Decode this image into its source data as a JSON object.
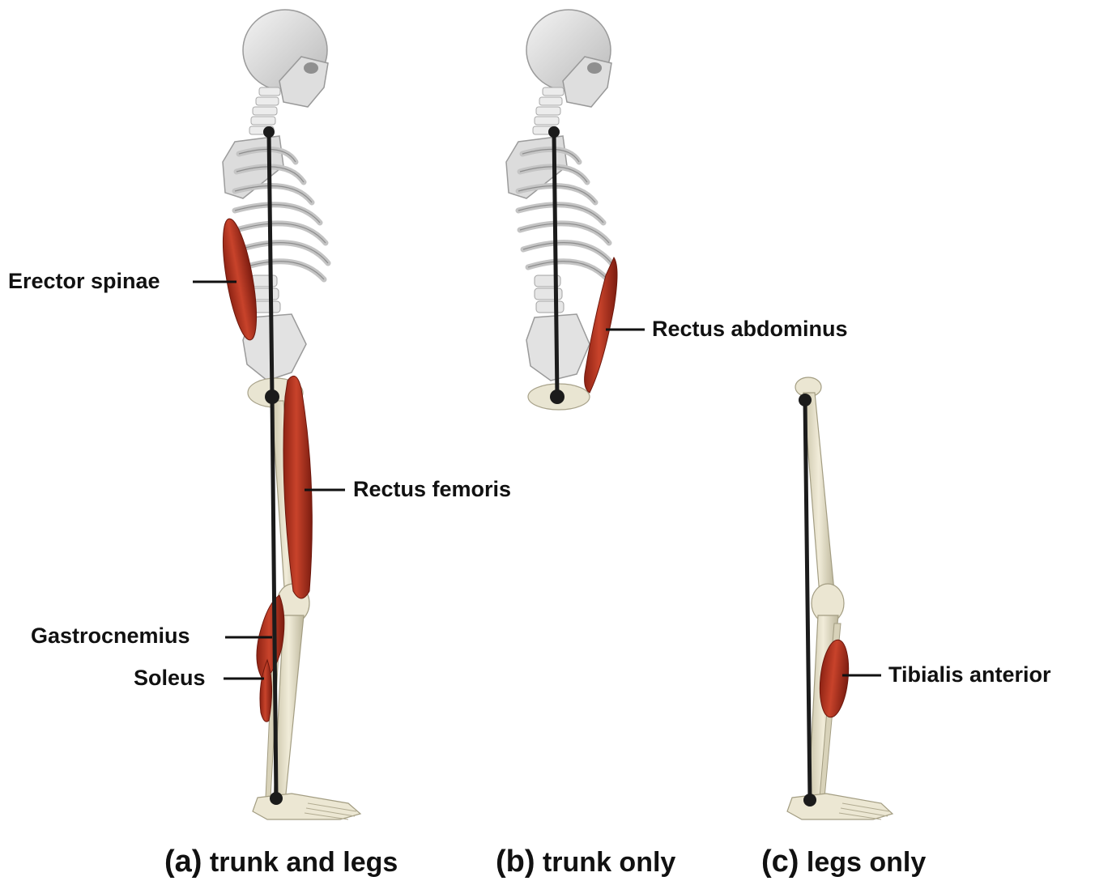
{
  "labels": {
    "erector_spinae": "Erector spinae",
    "rectus_abdominus": "Rectus abdominus",
    "rectus_femoris": "Rectus femoris",
    "gastrocnemius": "Gastrocnemius",
    "soleus": "Soleus",
    "tibialis_anterior": "Tibialis anterior"
  },
  "captions": {
    "a_letter": "(a)",
    "a_text": "trunk and legs",
    "b_letter": "(b)",
    "b_text": "trunk only",
    "c_letter": "(c)",
    "c_text": "legs only"
  },
  "colors": {
    "muscle": "#b8311f",
    "bone": "#e8e3cf",
    "skull": "#e4e4e4",
    "rod": "#1b1b1b"
  }
}
